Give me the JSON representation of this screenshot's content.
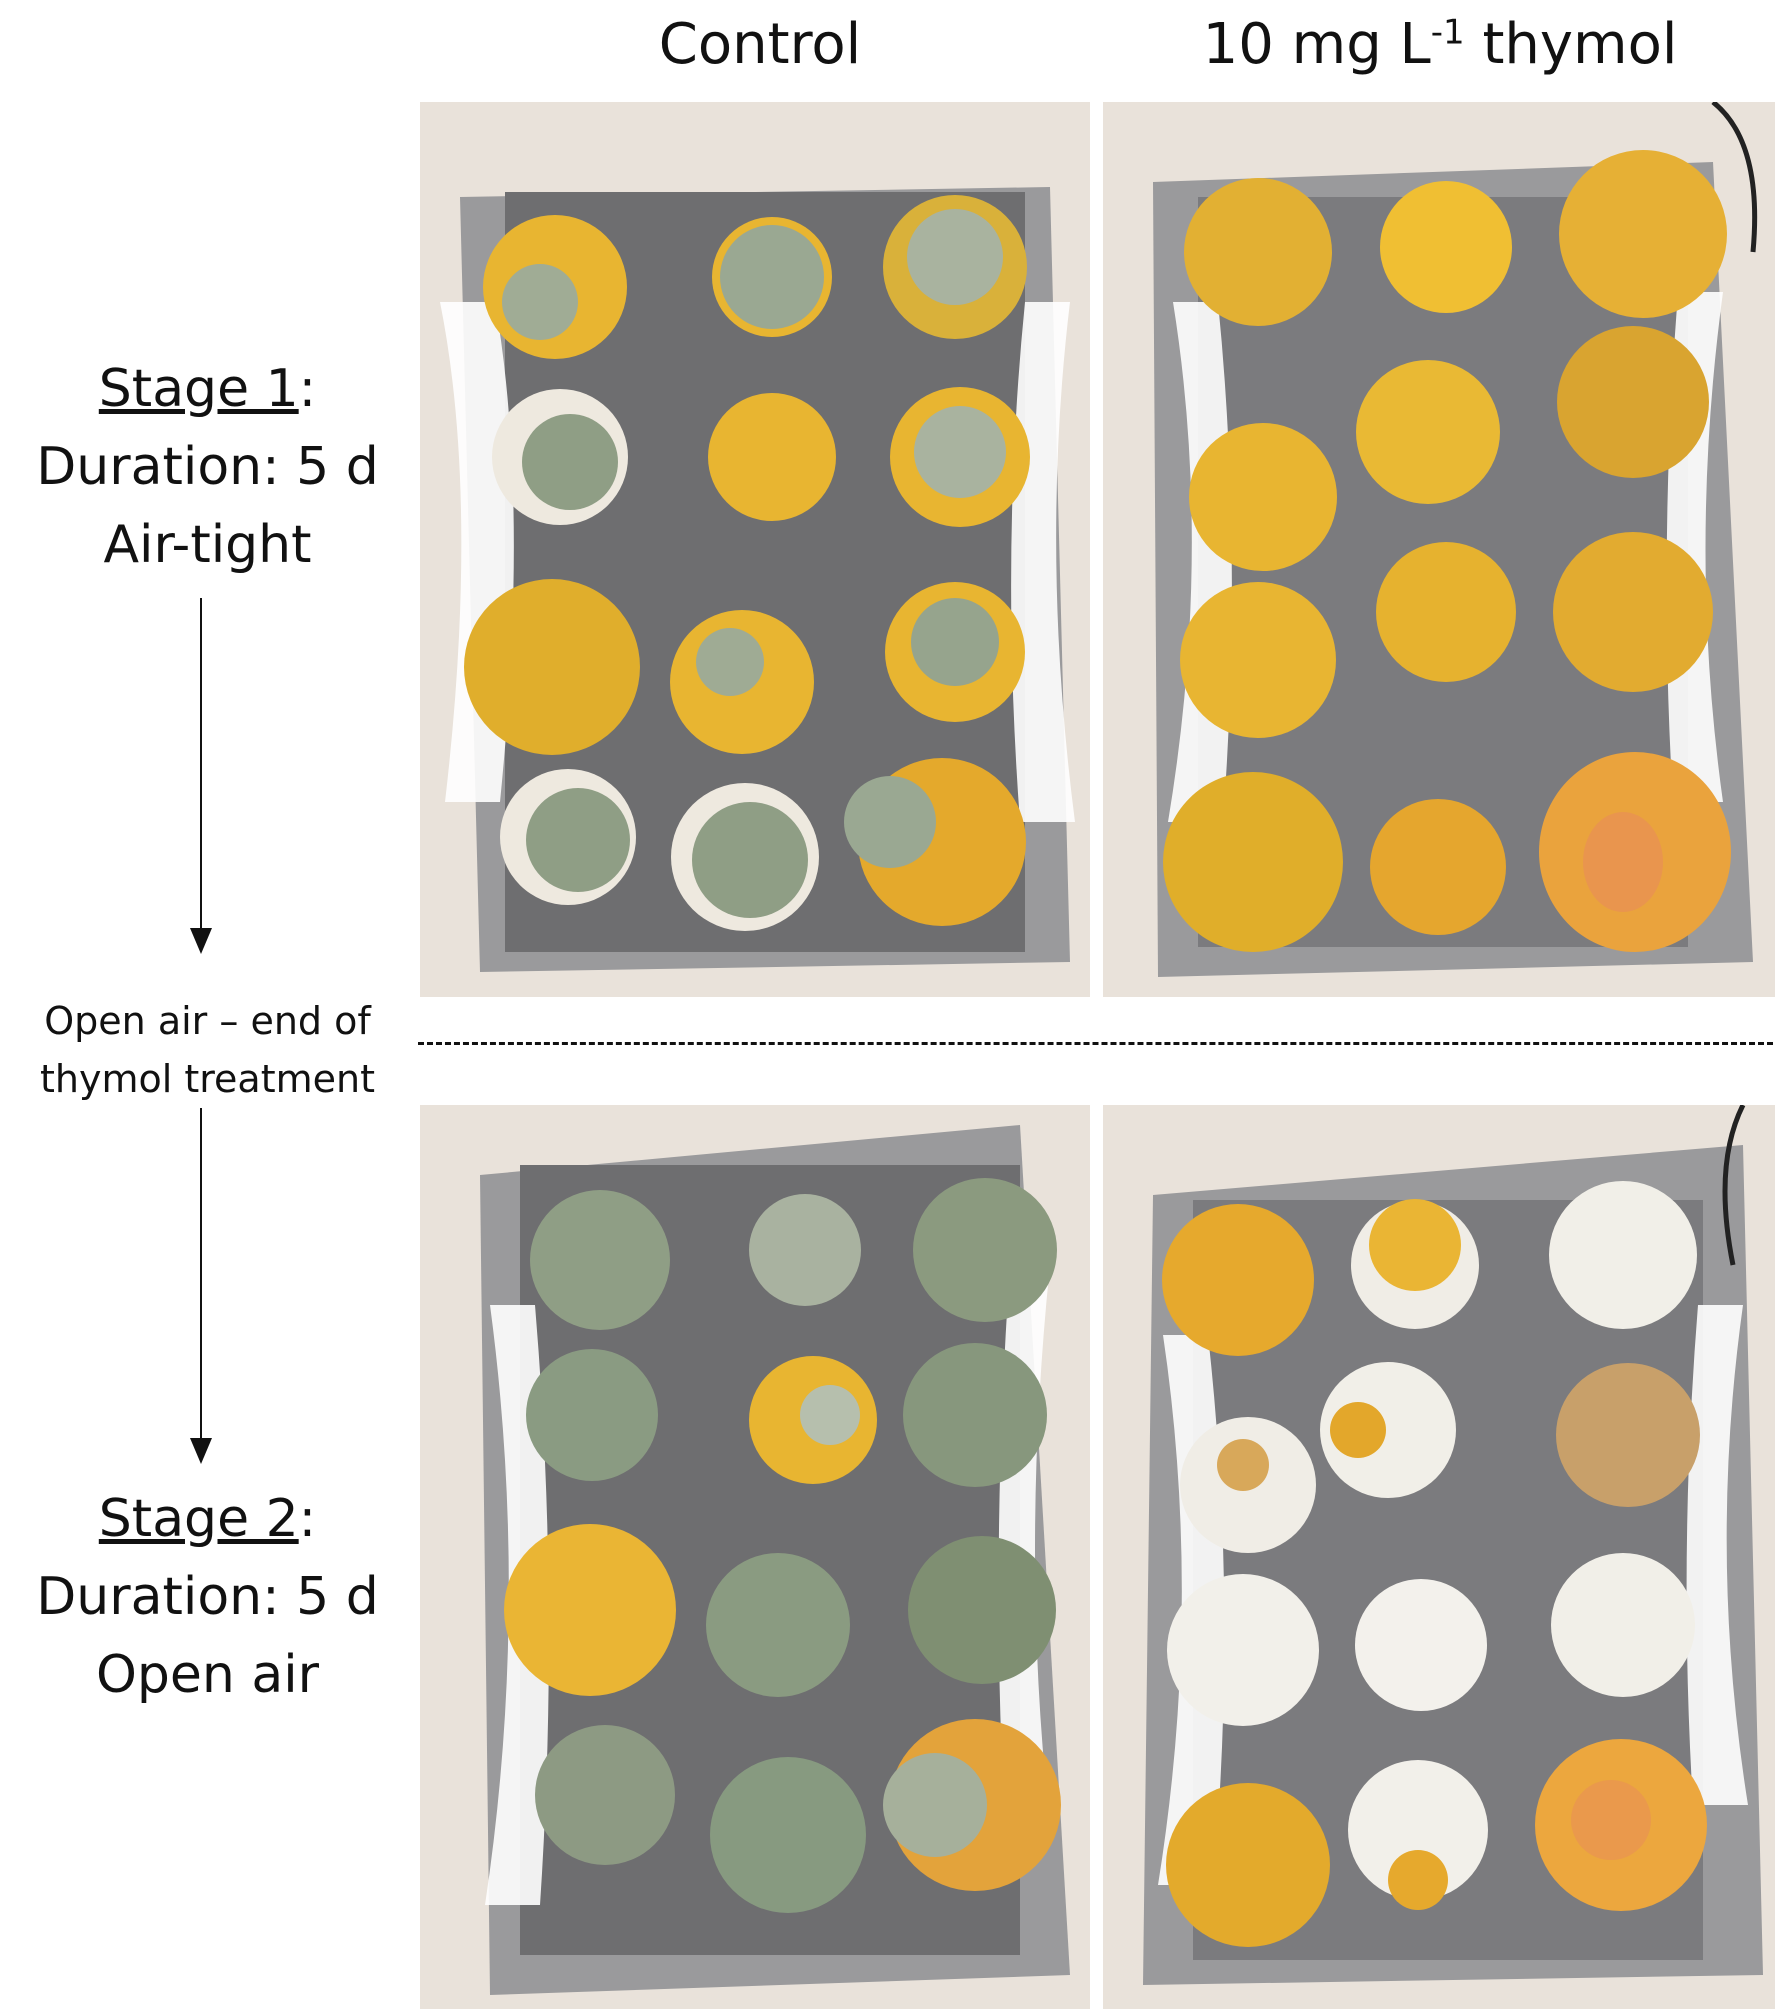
{
  "columns": {
    "control": "Control",
    "thymol_prefix": "10 mg L",
    "thymol_sup": "-1",
    "thymol_suffix": " thymol"
  },
  "stage1": {
    "heading": "Stage 1",
    "colon": ":",
    "duration": "Duration: 5 d",
    "condition": "Air-tight"
  },
  "transition": {
    "line1": "Open air – end of",
    "line2": "thymol treatment"
  },
  "stage2": {
    "heading": "Stage 2",
    "colon": ":",
    "duration": "Duration: 5 d",
    "condition": "Open air"
  },
  "colors": {
    "orange": "#e8b531",
    "mold_green": "#8f9e85",
    "mold_white": "#f2f0ea",
    "tray_bg": "#e9e2da",
    "liner": "#6e6e70"
  }
}
